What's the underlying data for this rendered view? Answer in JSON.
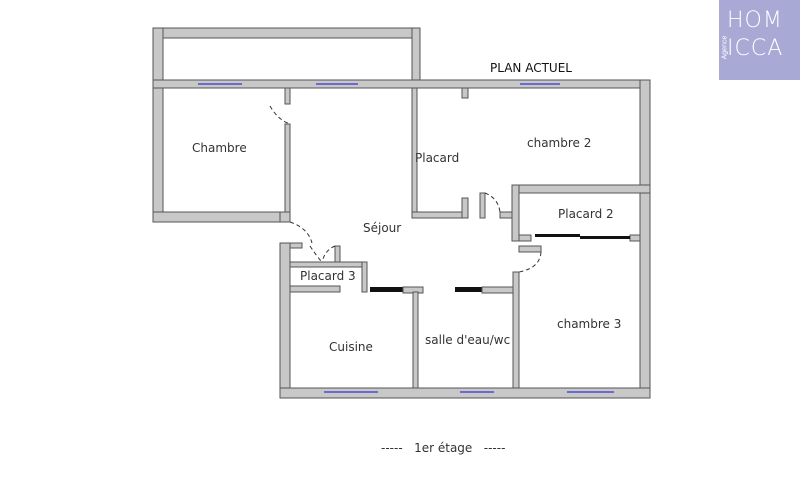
{
  "title": "PLAN ACTUEL",
  "logo": {
    "line1": "HOM",
    "line2": "ICCA",
    "vertical": "Agence"
  },
  "rooms": {
    "chambre": "Chambre",
    "placard": "Placard",
    "chambre2": "chambre 2",
    "sejour": "Séjour",
    "placard2": "Placard 2",
    "placard3": "Placard 3",
    "cuisine": "Cuisine",
    "salle_eau": "salle d'eau/wc",
    "chambre3": "chambre 3"
  },
  "floor_label": "-----   1er étage   -----",
  "colors": {
    "wall": "#c8c8c8",
    "window": "#6a6acf",
    "logo_bg": "#a9a9d6"
  }
}
